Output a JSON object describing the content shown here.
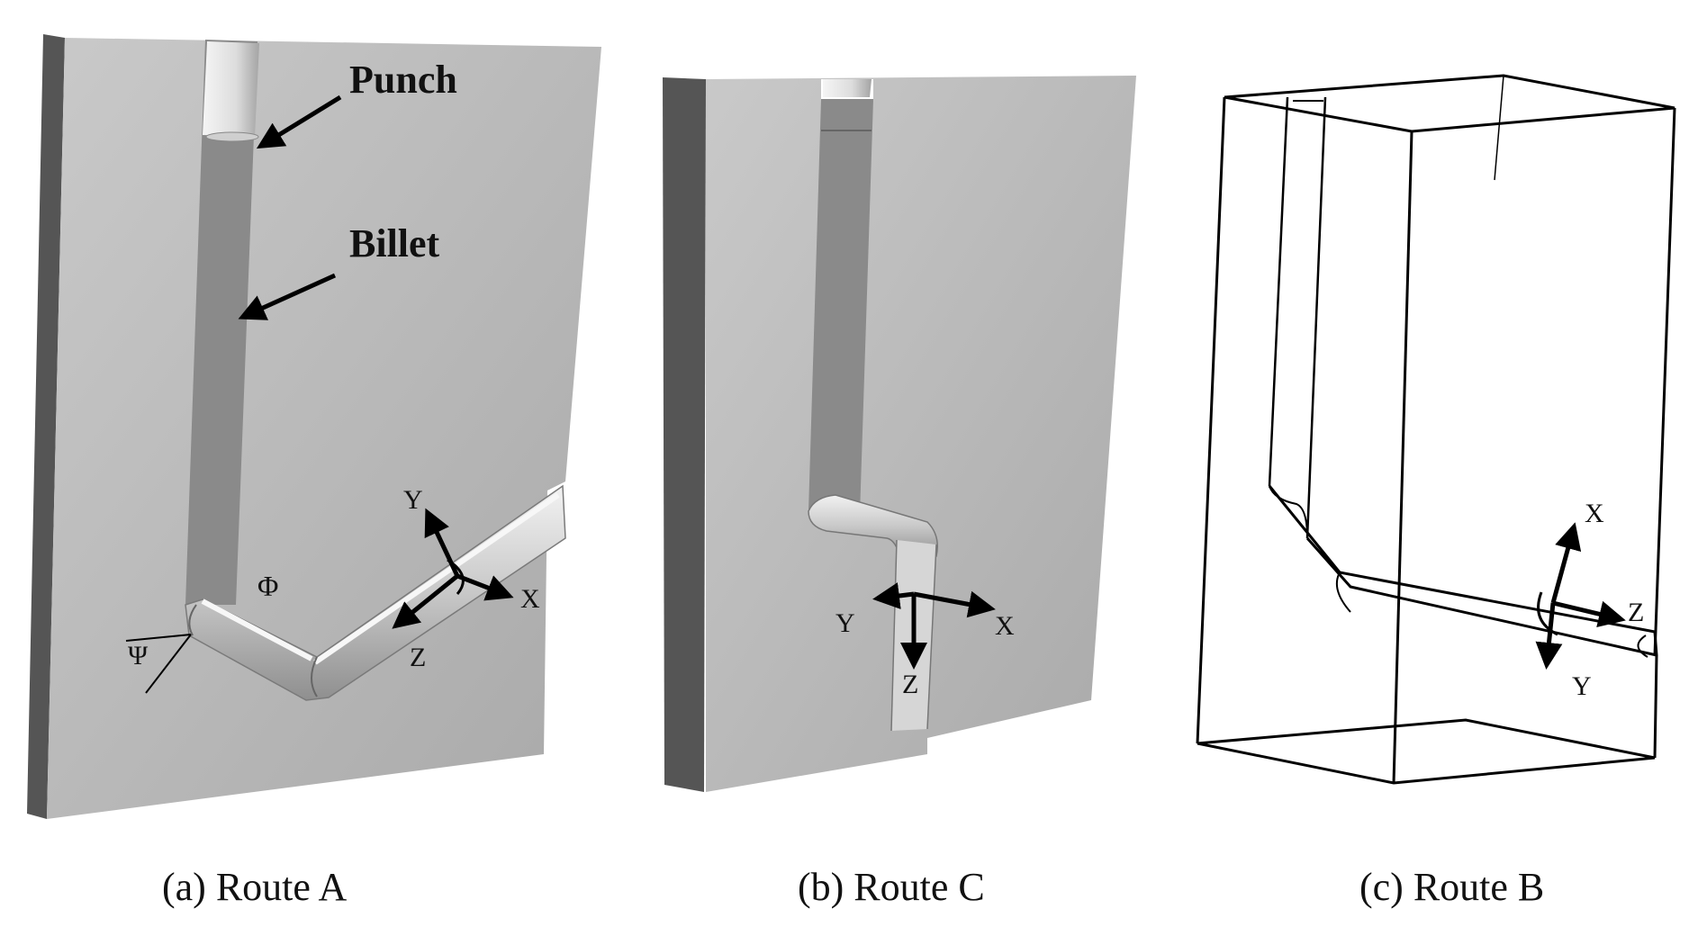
{
  "panels": [
    {
      "id": "a",
      "caption": "(a) Route A",
      "callouts": {
        "punch": "Punch",
        "billet": "Billet"
      },
      "angles": {
        "phi": "Φ",
        "psi": "Ψ"
      },
      "axes": {
        "x": "X",
        "y": "Y",
        "z": "Z"
      }
    },
    {
      "id": "b",
      "caption": "(b) Route C",
      "axes": {
        "x": "X",
        "y": "Y",
        "z": "Z"
      }
    },
    {
      "id": "c",
      "caption": "(c) Route B",
      "axes": {
        "x": "X",
        "y": "Y",
        "z": "Z"
      }
    }
  ],
  "colors": {
    "die_face": "#b9b9b9",
    "die_side": "#555555",
    "channel": "#8a8a8a",
    "punch": "#e4e4e4"
  }
}
